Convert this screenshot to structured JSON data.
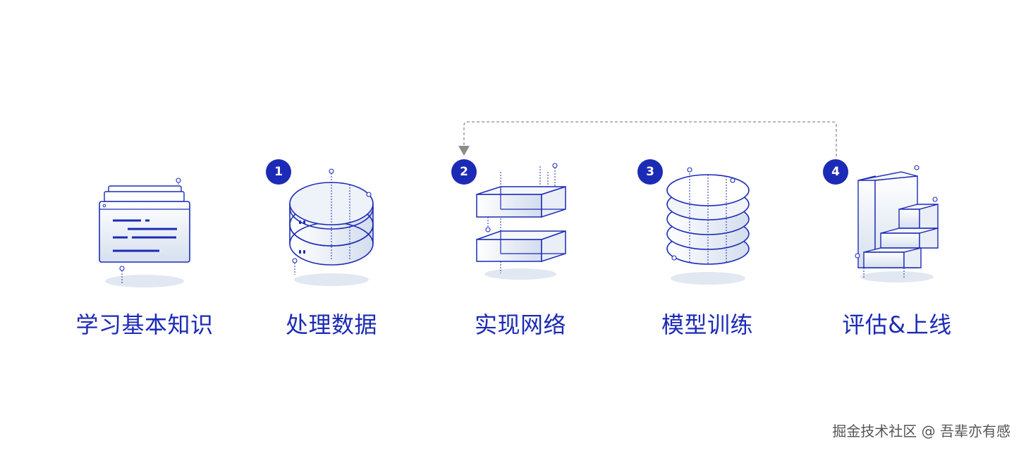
{
  "colors": {
    "accent": "#1c2bb5",
    "line": "#1c2bb5",
    "fill_light": "#dfe7f3",
    "shadow": "#e2e8f1",
    "loop_arrow": "#8c8c8c"
  },
  "steps": [
    {
      "badge": "",
      "label": "学习基本知识",
      "icon": "document-window-icon"
    },
    {
      "badge": "1",
      "label": "处理数据",
      "icon": "stacked-rings-icon"
    },
    {
      "badge": "2",
      "label": "实现网络",
      "icon": "stacked-boxes-icon"
    },
    {
      "badge": "3",
      "label": "模型训练",
      "icon": "ring-stack-icon"
    },
    {
      "badge": "4",
      "label": "评估&上线",
      "icon": "bar-steps-icon"
    }
  ],
  "loop": {
    "from_step": 4,
    "to_step": 2
  },
  "watermark": "掘金技术社区 @ 吾辈亦有感"
}
